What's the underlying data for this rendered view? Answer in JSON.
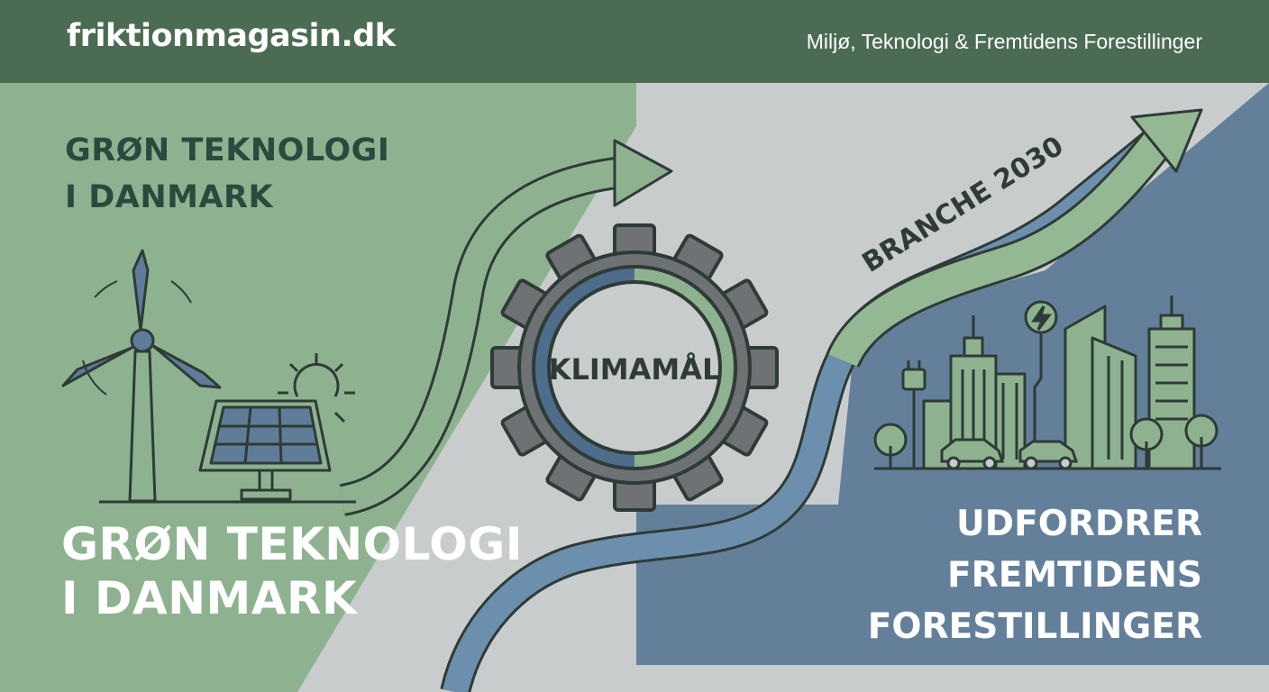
{
  "header": {
    "site_name": "friktionmagasin.dk",
    "tagline": "Miljø, Teknologi & Fremtidens Forestillinger"
  },
  "headline_top": {
    "line1": "GRØN TEKNOLOGI",
    "line2": "I DANMARK"
  },
  "headline_bottom": {
    "line1": "GRØN TEKNOLOGI",
    "line2": "I DANMARK"
  },
  "gear_label": "KLIMAMÅL",
  "arrow_label": "BRANCHE 2030",
  "subline": {
    "line1": "UDFORDRER",
    "line2": "FREMTIDENS",
    "line3": "FORESTILLINGER"
  },
  "colors": {
    "header_bg": "#4b6b53",
    "green_panel": "#8eb28f",
    "grey_bg": "#c9cccd",
    "blue_panel": "#637f9a",
    "dark_ink": "#2e3b36",
    "gear": "#6f7274"
  },
  "icons": [
    "wind-turbine-icon",
    "solar-panel-icon",
    "sun-icon",
    "gear-icon",
    "city-skyline-icon",
    "ev-charger-icon",
    "electric-car-icon",
    "tree-icon",
    "lightning-bolt-icon"
  ]
}
